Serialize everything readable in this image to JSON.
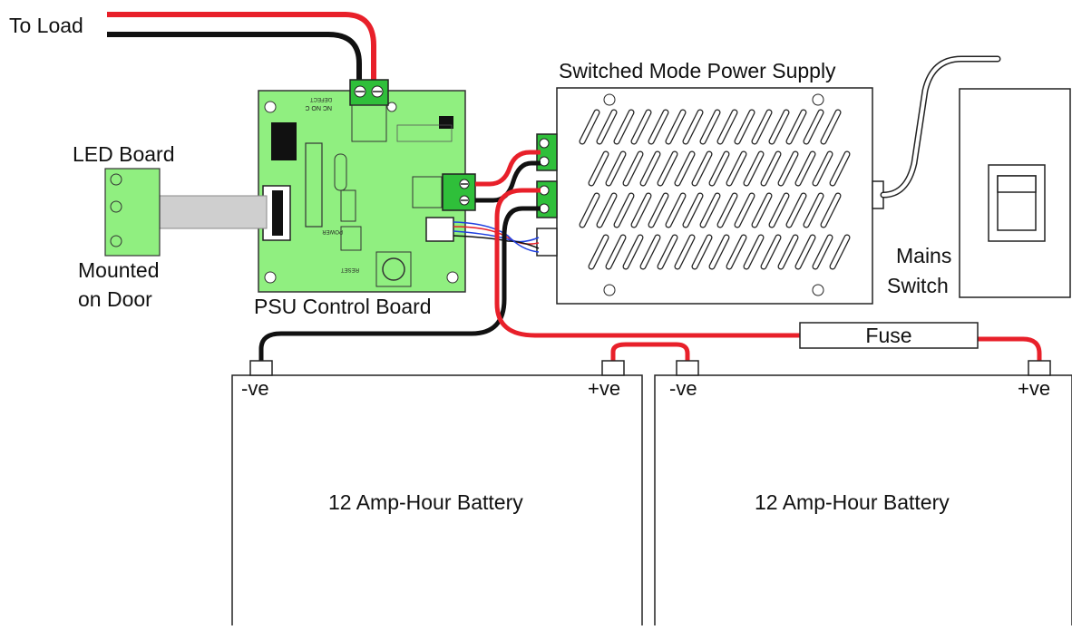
{
  "labels": {
    "to_load": "To Load",
    "led_board": "LED Board",
    "mounted_line1": "Mounted",
    "mounted_line2": "on Door",
    "psu_control_board": "PSU Control Board",
    "smps": "Switched Mode Power Supply",
    "mains_line1": "Mains",
    "mains_line2": "Switch",
    "fuse": "Fuse",
    "battery1_neg": "-ve",
    "battery1_pos": "+ve",
    "battery2_neg": "-ve",
    "battery2_pos": "+ve",
    "battery1_name": "12 Amp-Hour Battery",
    "battery2_name": "12 Amp-Hour Battery"
  },
  "board_silkscreen": {
    "relay_text": "NC NO C",
    "relay_sub": "DEFECT",
    "power": "POWER",
    "reset": "RESET"
  },
  "colors": {
    "board_green": "#90ef80",
    "wire_red": "#e8202a",
    "wire_black": "#111111",
    "ribbon_grey": "#cfcfcf",
    "terminal_green": "#2fbf3a"
  }
}
